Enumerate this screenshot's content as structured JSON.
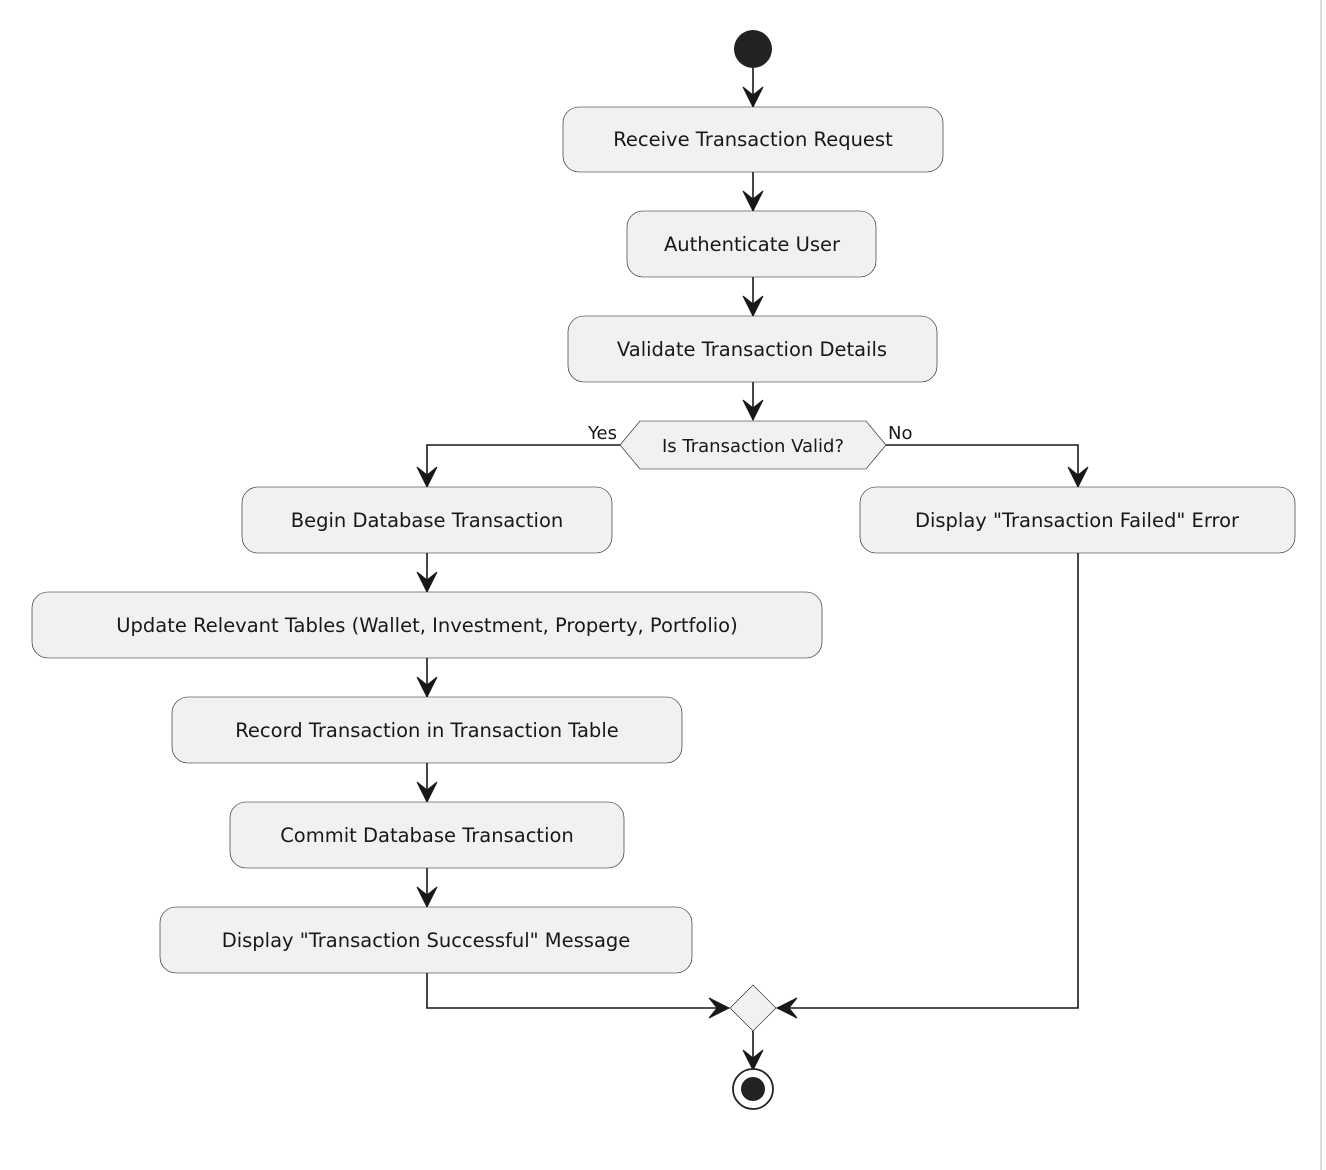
{
  "diagram": {
    "actions": [
      {
        "id": "receive",
        "label": "Receive Transaction Request"
      },
      {
        "id": "authenticate",
        "label": "Authenticate User"
      },
      {
        "id": "validate",
        "label": "Validate Transaction Details"
      },
      {
        "id": "begin",
        "label": "Begin Database Transaction"
      },
      {
        "id": "update",
        "label": "Update Relevant Tables (Wallet, Investment, Property, Portfolio)"
      },
      {
        "id": "record",
        "label": "Record Transaction in Transaction Table"
      },
      {
        "id": "commit",
        "label": "Commit Database Transaction"
      },
      {
        "id": "success",
        "label": "Display \"Transaction Successful\" Message"
      },
      {
        "id": "failed",
        "label": "Display \"Transaction Failed\" Error"
      }
    ],
    "decision": {
      "question": "Is Transaction Valid?",
      "yes_label": "Yes",
      "no_label": "No"
    },
    "colors": {
      "node_fill": "#f1f1f1",
      "line": "#181818",
      "start_end": "#222222"
    }
  }
}
